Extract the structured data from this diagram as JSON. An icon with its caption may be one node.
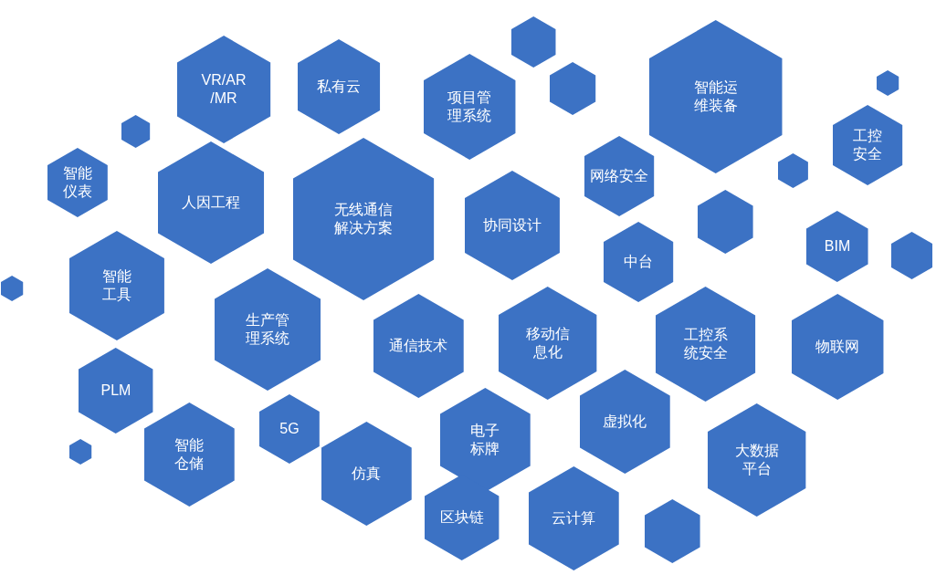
{
  "diagram": {
    "nodes": [
      {
        "text": [],
        "shape": "hexagon"
      },
      {
        "text": [
          "智能运维装备"
        ]
      },
      {
        "text": [
          "VR/AR/MR"
        ]
      },
      {
        "text": [
          "私有云"
        ]
      },
      {
        "text": [
          "项目管理系统"
        ]
      },
      {
        "text": [],
        "shape": "hexagon"
      },
      {
        "text": [],
        "shape": "hexagon"
      },
      {
        "text": [
          "工控安全"
        ]
      },
      {
        "text": [],
        "shape": "hexagon"
      },
      {
        "text": [
          "网络安全"
        ]
      },
      {
        "text": [
          "无线通信解决方案"
        ]
      },
      {
        "text": [
          "人因工程"
        ]
      },
      {
        "text": [
          "智能仪表"
        ]
      },
      {
        "text": [],
        "shape": "hexagon"
      },
      {
        "text": [
          "协同设计"
        ]
      },
      {
        "text": [],
        "shape": "hexagon"
      },
      {
        "text": [
          "BIM"
        ]
      },
      {
        "text": [
          "中台"
        ]
      },
      {
        "text": [
          "智能工具"
        ]
      },
      {
        "text": [],
        "shape": "hexagon"
      },
      {
        "text": [
          "生产管理系统"
        ]
      },
      {
        "text": [],
        "shape": "hexagon"
      },
      {
        "text": [
          "移动信息化"
        ]
      },
      {
        "text": [
          "工控系统安全"
        ]
      },
      {
        "text": [
          "通信技术"
        ]
      },
      {
        "text": [
          "物联网"
        ]
      },
      {
        "text": [
          "PLM"
        ]
      },
      {
        "text": [
          "虚拟化"
        ]
      },
      {
        "text": [
          "电子标牌"
        ]
      },
      {
        "text": [
          "5G"
        ]
      },
      {
        "text": [
          "智能仓储"
        ]
      },
      {
        "text": [
          "大数据平台"
        ]
      },
      {
        "text": [
          "仿真"
        ]
      },
      {
        "text": [],
        "shape": "hexagon"
      },
      {
        "text": [
          "云计算"
        ]
      },
      {
        "text": [
          "区块链"
        ]
      },
      {
        "text": [],
        "shape": "hexagon"
      }
    ]
  }
}
